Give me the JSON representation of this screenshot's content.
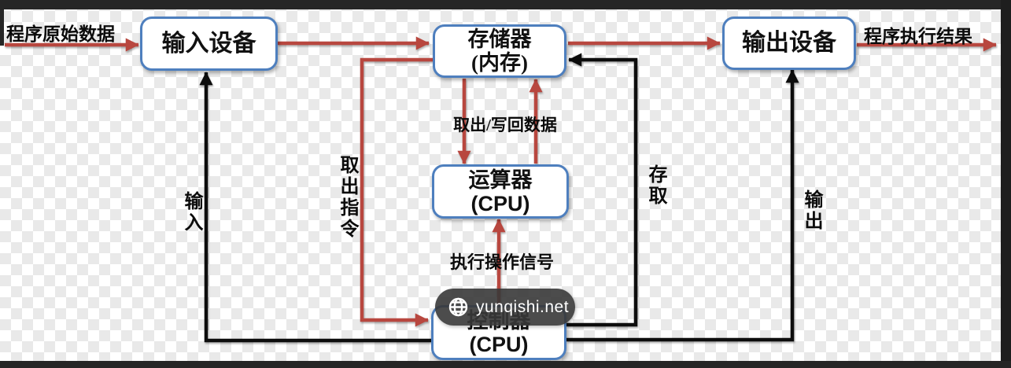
{
  "nodes": {
    "input_device": {
      "lines": [
        "输入设备"
      ]
    },
    "memory": {
      "lines": [
        "存储器",
        "(内存)"
      ]
    },
    "output_device": {
      "lines": [
        "输出设备"
      ]
    },
    "alu": {
      "lines": [
        "运算器",
        "(CPU)"
      ]
    },
    "controller": {
      "lines": [
        "控制器",
        "(CPU)"
      ]
    }
  },
  "labels": {
    "program_raw_data": "程序原始数据",
    "program_exec_result": "程序执行结果",
    "fetch_writeback_data": "取出/写回数据",
    "fetch_instruction": "取出指令",
    "execute_signal": "执行操作信号",
    "input": "输入",
    "access": "存取",
    "output": "输出"
  },
  "watermark": {
    "text": "yunqishi.net",
    "icon": "globe-icon"
  },
  "colors": {
    "box_border": "#4e7fbe",
    "arrow_red": "#b8473f",
    "arrow_black": "#0d0d0d",
    "frame": "#262626"
  }
}
